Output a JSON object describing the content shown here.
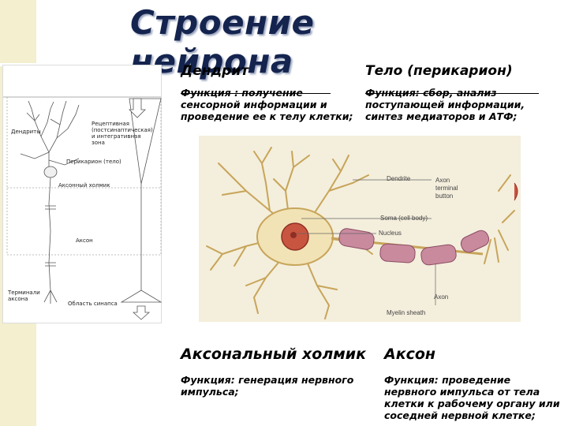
{
  "title": "Строение нейрона",
  "sections": {
    "dendrite": {
      "header": "Дендрит",
      "description": [
        "Функция : получение",
        "сенсорной информации и",
        "проведение ее к телу клетки;"
      ]
    },
    "soma": {
      "header": "Тело (перикарион)",
      "description": [
        "Функция: сбор, анализ",
        "поступающей информации,",
        "синтез медиаторов и АТФ;"
      ]
    },
    "hillock": {
      "header": "Аксональный холмик",
      "description": [
        "Функция: генерация нервного",
        "импульса;"
      ]
    },
    "axon": {
      "header": "Аксон",
      "description": [
        "Функция: проведение",
        "нервного импульса от тела",
        "клетки к рабочему органу или",
        "соседней нервной клетке;"
      ]
    }
  },
  "left_diagram": {
    "labels": {
      "dendrites": "Дендриты",
      "receptive_zone": [
        "Рецептивная",
        "(постсинаптическая)",
        "и интегративная",
        "зона"
      ],
      "perikaryon": "Перикарион (тело)",
      "hillock": "Аксонный холмик",
      "axon": "Аксон",
      "terminals": [
        "Терминали",
        "аксона"
      ],
      "synapse_area": "Область синапса"
    }
  },
  "neuron_illustration": {
    "labels": {
      "dendrite": "Dendrite",
      "axon_terminal": [
        "Axon",
        "terminal",
        "button"
      ],
      "soma": "Soma (cell body)",
      "nucleus": "Nucleus",
      "axon": "Axon",
      "myelin_sheath": "Myelin sheath"
    },
    "colors": {
      "background": "#f4eedc",
      "cell_body": "#f2e3b6",
      "nucleus": "#c8553f",
      "myelin": "#c98a9e"
    }
  }
}
